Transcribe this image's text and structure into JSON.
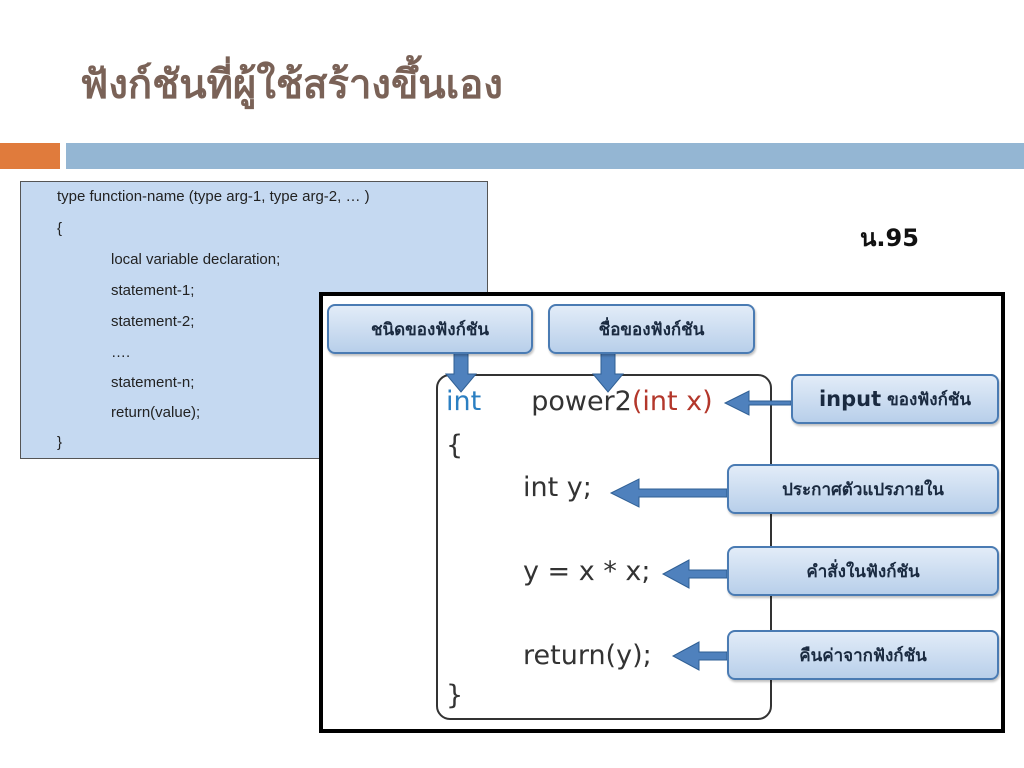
{
  "slide": {
    "title": "ฟังก์ชันที่ผู้ใช้สร้างขึ้นเอง",
    "page_ref": "น.95"
  },
  "syntax": {
    "lines": [
      "type   function-name (type  arg-1,  type  arg-2, … )",
      "{",
      "local variable declaration;",
      "statement-1;",
      "statement-2;",
      "….",
      "statement-n;",
      "return(value);",
      "}"
    ]
  },
  "diagram": {
    "code": {
      "type_kw": "int",
      "func_name": "power2",
      "params": "(int x)",
      "open_brace": "{",
      "decl": "int y;",
      "stmt": "y = x * x;",
      "ret": "return(y);",
      "close_brace": "}"
    },
    "labels": {
      "return_type": "ชนิดของฟังก์ชัน",
      "func_name": "ชื่อของฟังก์ชัน",
      "input_bold": "input",
      "input_rest": "ของฟังก์ชัน",
      "local_var": "ประกาศตัวแปรภายใน",
      "statements": "คำสั่งในฟังก์ชัน",
      "return_value": "คืนค่าจากฟังก์ชัน"
    },
    "colors": {
      "arrow": "#4f81bd",
      "keyword": "#2b7fc2",
      "params": "#b3372b"
    }
  }
}
